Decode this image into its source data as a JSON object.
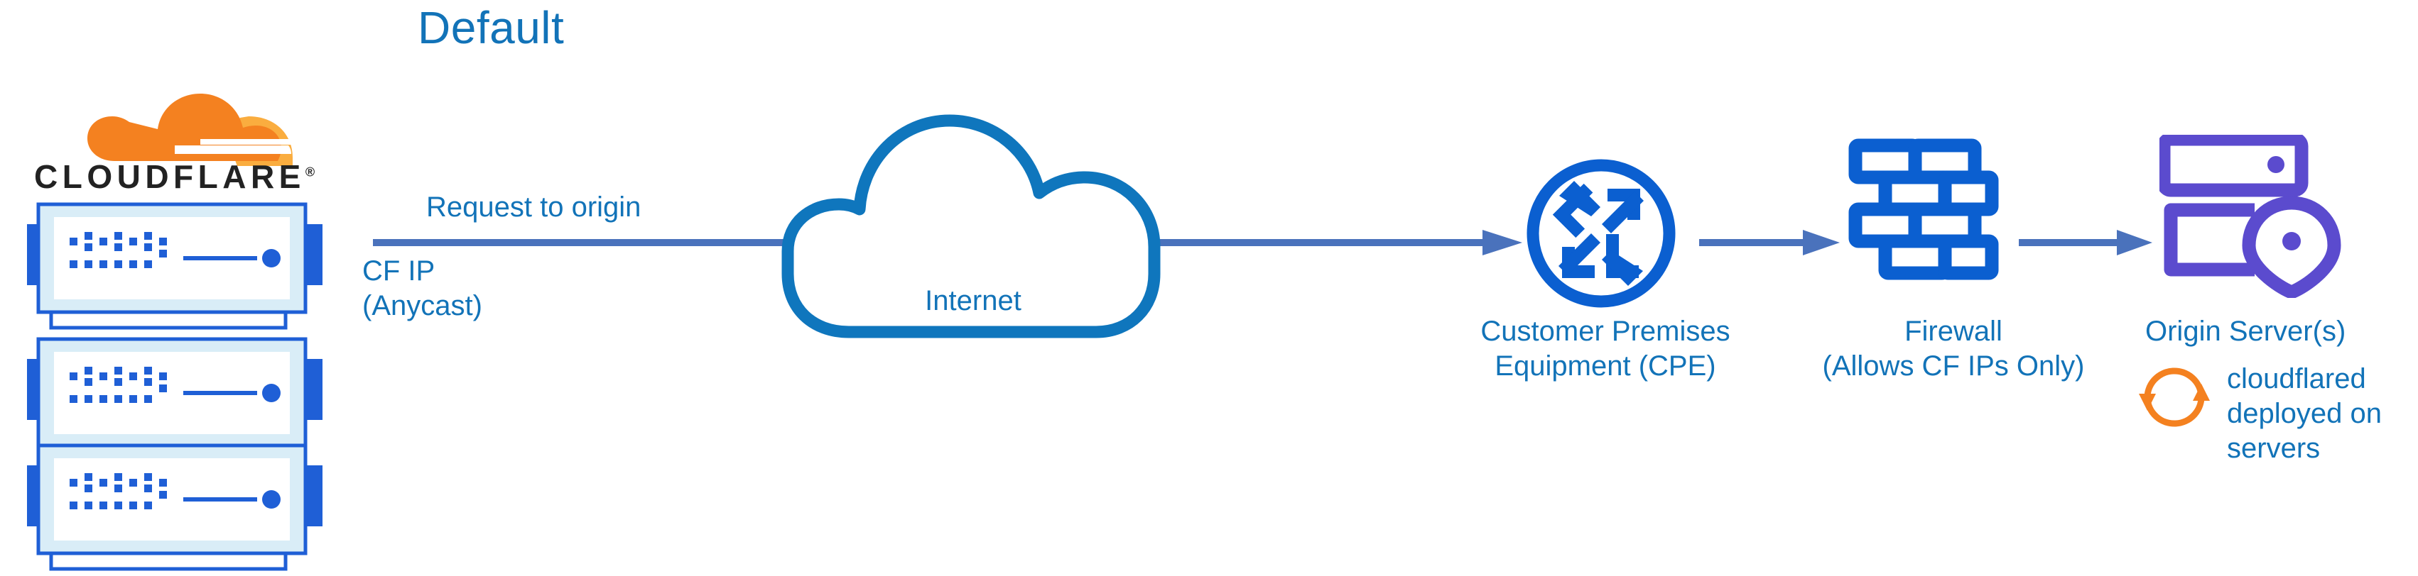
{
  "title": "Default",
  "colors": {
    "text_blue": "#1273b8",
    "arrow_blue": "#4a72bc",
    "icon_blue": "#0b5fd0",
    "cloud_blue": "#0f76bd",
    "server_blue": "#1f5fd6",
    "server_fill": "#d9edf7",
    "origin_purple": "#5b4bce",
    "cloudflare_orange": "#f48120",
    "cloudflare_orange_light": "#faad3f",
    "wordmark_black": "#222222",
    "background": "#ffffff"
  },
  "logo": {
    "wordmark": "CLOUDFLARE",
    "registered_mark": "®",
    "icon_name": "cloudflare-cloud-logo"
  },
  "edge_servers": {
    "count": 3,
    "icon_name": "network-server-appliance",
    "items": [
      {
        "index": 1
      },
      {
        "index": 2
      },
      {
        "index": 3
      }
    ]
  },
  "annotations": {
    "request_to_origin": "Request to origin",
    "cf_ip": "CF IP\n(Anycast)"
  },
  "nodes": [
    {
      "id": "internet",
      "label": "Internet",
      "icon_name": "cloud-icon",
      "label_position": "inside"
    },
    {
      "id": "cpe",
      "label": "Customer Premises\nEquipment (CPE)",
      "icon_name": "router-icon",
      "label_position": "below"
    },
    {
      "id": "firewall",
      "label": "Firewall\n(Allows CF IPs Only)",
      "icon_name": "brick-wall-icon",
      "label_position": "below"
    },
    {
      "id": "origin",
      "label": "Origin Server(s)",
      "icon_name": "origin-server-location-icon",
      "label_position": "below"
    }
  ],
  "callout": {
    "icon_name": "sync-refresh-icon",
    "text": "cloudflared\ndeployed on\nservers"
  },
  "connections": [
    {
      "from": "cloudflare-edge",
      "to": "cpe",
      "label": "Request to origin",
      "style": "arrow"
    },
    {
      "from": "cpe",
      "to": "firewall",
      "label": "",
      "style": "arrow"
    },
    {
      "from": "firewall",
      "to": "origin",
      "label": "",
      "style": "arrow"
    }
  ]
}
